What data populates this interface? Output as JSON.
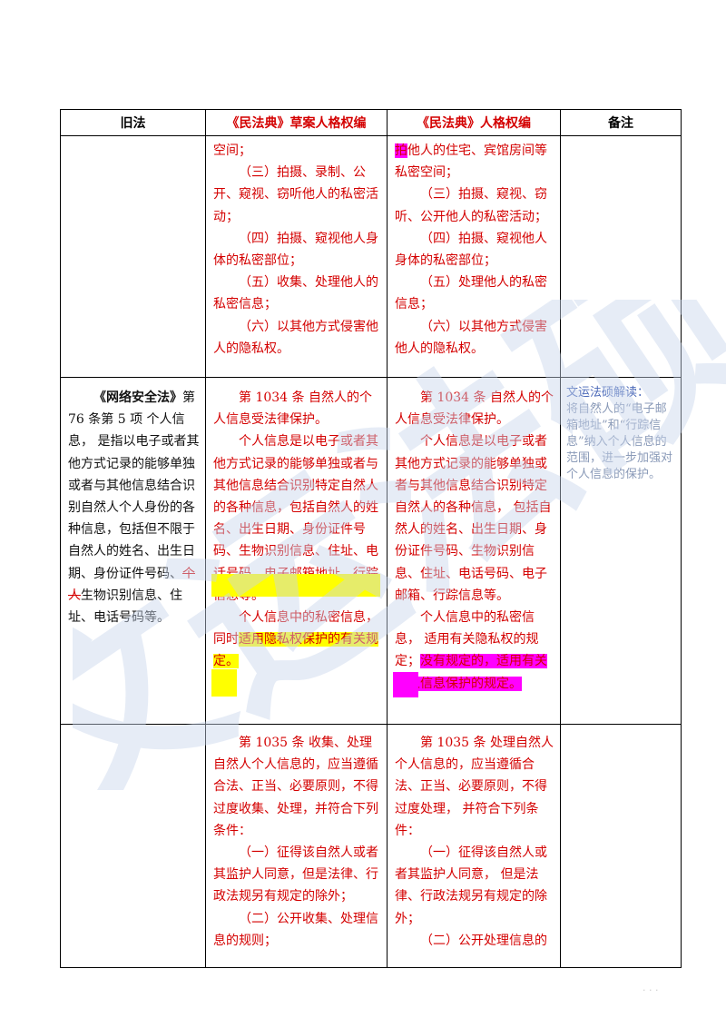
{
  "header": {
    "col1": "旧法",
    "col2": "《民法典》草案人格权编",
    "col3": "《民法典》人格权编",
    "col4": "备注"
  },
  "row1": {
    "draft": [
      "空间；",
      "（三）拍摄、录制、公开、窥视、窃听他人的私密活动；",
      "（四）拍摄、窥视他人身体的私密部位；",
      "（五）收集、处理他人的私密信息；",
      "（六）以其他方式侵害他人的隐私权。"
    ],
    "final_first_char": "拍",
    "final_first_rest": "他人的住宅、宾馆房间等私密空间；",
    "final": [
      "（三）拍摄、窥视、窃听、公开他人的私密活动；",
      "（四）拍摄、窥视他人身体的私密部位；",
      "（五）处理他人的私密信息；",
      "（六）以其他方式侵害他人的隐私权。"
    ]
  },
  "row2": {
    "old_law_title": "《网络安全法》",
    "old_law_a": "第 76 条第 5 项 个人信息， 是指以电子或者其他方式记录的能够单独或者与其他信息结合识别自然人个人身份的各种信息，包括但不限于自然人的姓名、出生日期、身份证件号码、",
    "old_law_strike": "个人",
    "old_law_b": "生物识别信息、住址、电话号码等。",
    "draft_p1": "第 1034 条 自然人的个人信息受法律保护。",
    "draft_p2": "个人信息是以电子或者其他方式记录的能够单独或者与其他信息结合识别特定自然人的各种信息，包括自然人的姓名、出生日期、身份证件号码、生物识别信息、住址、电话号码、电子邮箱地址、行踪信息等。",
    "draft_p3a": "个人信息中的私密信息，同时",
    "draft_p3b": "适用隐私权保护的有关规定。",
    "final_p1": "第 1034 条 自然人的个人信息受法律保护。",
    "final_p2": "个人信息是以电子或者其他方式记录的能够单独或者与其他信息结合识别特定自然人的各种信息， 包括自然人的姓名、出生日期、身份证件号码、生物识别信息、住址、电话号码、电子邮箱、行踪信息等。",
    "final_p3a": "个人信息中的私密信息， 适用有关隐私权的规定；",
    "final_p3b": "没有规定的，适用有关个人信息保护的规定。",
    "note_title": "文运法硕解读：",
    "note_body": "将自然人的“电子邮箱地址”和“行踪信息”纳入个人信息的范围，进一步加强对个人信息的保护。"
  },
  "row3": {
    "draft": [
      "第 1035 条 收集、处理自然人个人信息的，应当遵循合法、正当、必要原则，不得过度收集、处理，并符合下列条件：",
      "（一）征得该自然人或者其监护人同意，但是法律、行政法规另有规定的除外；",
      "（二）公开收集、处理信息的规则；"
    ],
    "final": [
      "第 1035 条 处理自然人个人信息的，应当遵循合法、正当、必要原则，不得过度处理， 并符合下列条件：",
      "（一）征得该自然人或者其监护人同意， 但是法律、行政法规另有规定的除外；",
      "（二）公开处理信息的"
    ]
  },
  "watermark": "文运法硕",
  "colors": {
    "red_text": "#d40000",
    "yellow_highlight": "#ffff00",
    "magenta_highlight": "#ff00ff",
    "note_text": "#8a9ab8",
    "watermark": "#c8d4ec"
  }
}
